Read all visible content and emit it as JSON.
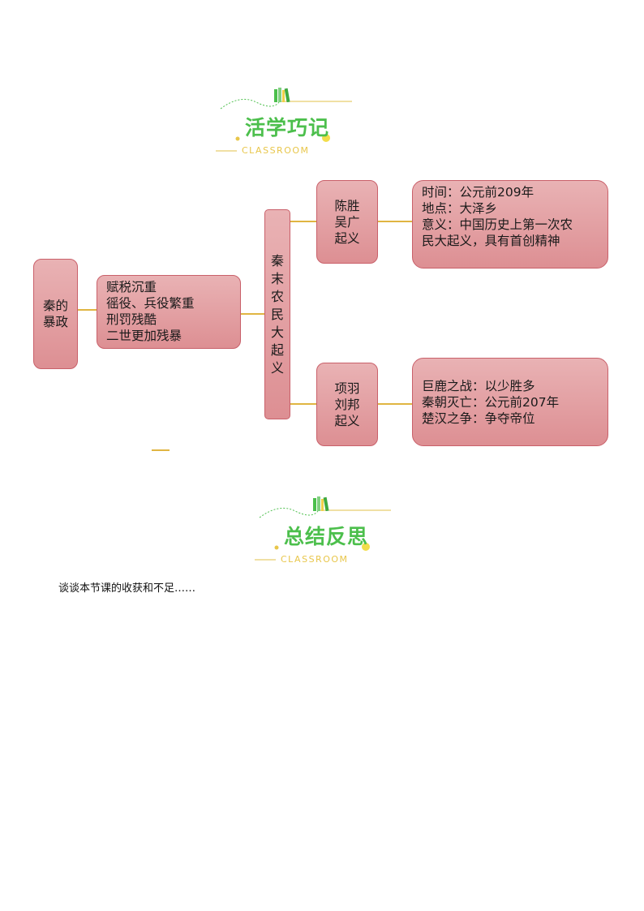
{
  "section1": {
    "title": "活学巧记",
    "subtitle": "CLASSROOM"
  },
  "section2": {
    "title": "总结反思",
    "subtitle": "CLASSROOM"
  },
  "mindmap": {
    "root": {
      "line1": "秦的",
      "line2": "暴政"
    },
    "causes": [
      "赋税沉重",
      "徭役、兵役繁重",
      "刑罚残酷",
      "二世更加残暴"
    ],
    "center_chars": [
      "秦",
      "末",
      "农",
      "民",
      "大",
      "起",
      "义"
    ],
    "branch1": {
      "name": [
        "陈胜",
        "吴广",
        "起义"
      ],
      "details": [
        "时间：公元前209年",
        "地点：大泽乡",
        "意义：中国历史上第一次农",
        "民大起义，具有首创精神"
      ]
    },
    "branch2": {
      "name": [
        "项羽",
        "刘邦",
        "起义"
      ],
      "details": [
        "巨鹿之战：以少胜多",
        "秦朝灭亡：公元前207年",
        "楚汉之争：争夺帝位"
      ]
    }
  },
  "reflection_prompt": "谈谈本节课的收获和不足……"
}
